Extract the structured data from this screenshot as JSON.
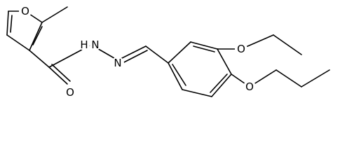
{
  "atoms": [
    {
      "id": "o-furan",
      "label": "O"
    },
    {
      "id": "o-carbonyl",
      "label": "O"
    },
    {
      "id": "nh",
      "label": "H"
    },
    {
      "id": "n1",
      "label": "N"
    },
    {
      "id": "n2",
      "label": "N"
    },
    {
      "id": "o-ethoxy",
      "label": "O"
    },
    {
      "id": "o-butoxy",
      "label": "O"
    }
  ]
}
